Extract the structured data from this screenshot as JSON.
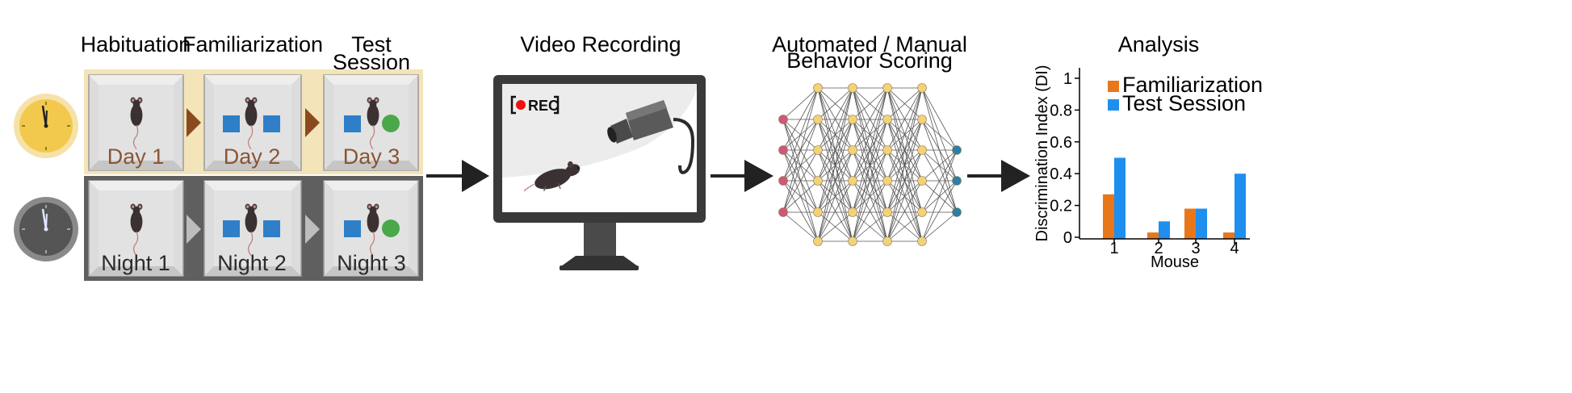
{
  "stages": {
    "habituation": "Habituation",
    "familiarization": "Familiarization",
    "test_line1": "Test",
    "test_line2": "Session",
    "video": "Video Recording",
    "scoring_line1": "Automated / Manual",
    "scoring_line2": "Behavior Scoring",
    "analysis": "Analysis"
  },
  "day_row": [
    "Day 1",
    "Day 2",
    "Day 3"
  ],
  "night_row": [
    "Night 1",
    "Night 2",
    "Night 3"
  ],
  "monitor": {
    "rec_label": "REC"
  },
  "colors": {
    "day_band": "#f3e4b9",
    "night_band": "#5f5f5f",
    "object_square": "#2f7fc8",
    "object_circle": "#4aa84a",
    "day_arrow": "#8b4a1e",
    "night_arrow": "#bdbdbd",
    "input_node": "#d05778",
    "hidden_node": "#f3d27a",
    "output_node": "#2a7fa6",
    "familiarization": "#e8771a",
    "test_session": "#1f8fef"
  },
  "icons": [
    "clock-day-icon",
    "clock-night-icon",
    "mouse-icon",
    "camera-icon",
    "rec-dot-icon",
    "arrow-icon"
  ],
  "chart_data": {
    "type": "bar",
    "title": "Analysis",
    "xlabel": "Mouse",
    "ylabel": "Discrimination Index (DI)",
    "categories": [
      "1",
      "2",
      "3",
      "4"
    ],
    "ylim": [
      0,
      1
    ],
    "yticks": [
      "0",
      "0.2",
      "0.4",
      "0.6",
      "0.8",
      "1"
    ],
    "series": [
      {
        "name": "Familiarization",
        "values": [
          0.27,
          0.03,
          0.18,
          0.03
        ]
      },
      {
        "name": "Test Session",
        "values": [
          0.5,
          0.1,
          0.18,
          0.4
        ]
      }
    ],
    "legend": "top-right",
    "grid": false
  }
}
